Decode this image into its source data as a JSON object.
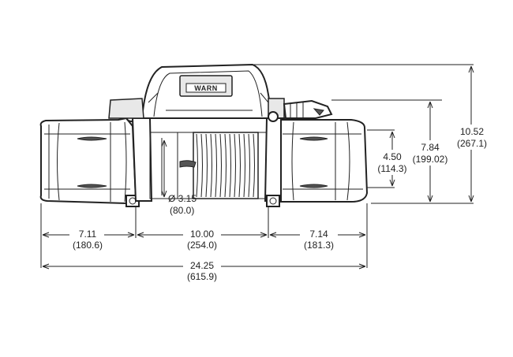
{
  "logo": {
    "text": "WARN"
  },
  "dimensions": {
    "overall_height": {
      "in": "10.52",
      "mm": "(267.1)"
    },
    "mount_height": {
      "in": "7.84",
      "mm": "(199.02)"
    },
    "drum_height": {
      "in": "4.50",
      "mm": "(114.3)"
    },
    "drum_diameter": {
      "in": "Ø 3.15",
      "mm": "(80.0)"
    },
    "left_width": {
      "in": "7.11",
      "mm": "(180.6)"
    },
    "drum_width": {
      "in": "10.00",
      "mm": "(254.0)"
    },
    "right_width": {
      "in": "7.14",
      "mm": "(181.3)"
    },
    "overall_width": {
      "in": "24.25",
      "mm": "(615.9)"
    }
  },
  "colors": {
    "ink": "#222222",
    "shade": "#e8e8e8",
    "background": "#ffffff"
  }
}
